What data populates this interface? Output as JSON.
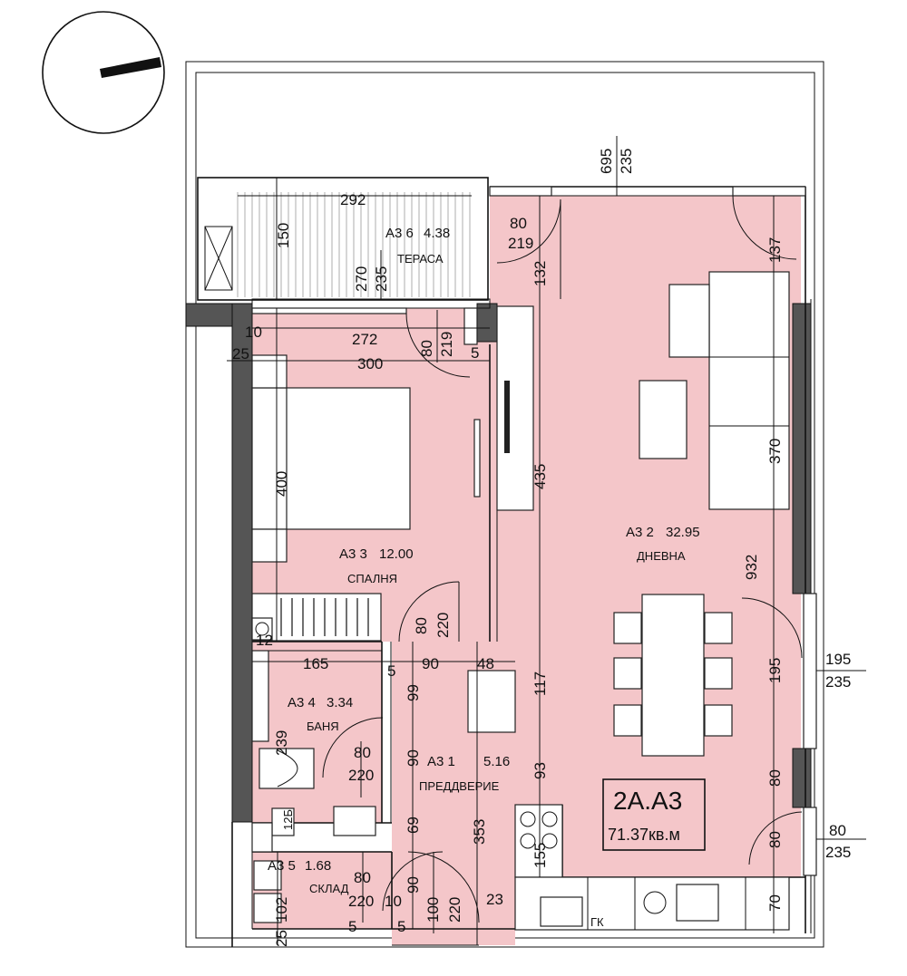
{
  "unit_badge": {
    "code": "2A.A3",
    "area": "71.37кв.м"
  },
  "rooms": [
    {
      "code": "А3 6",
      "area": "4.38",
      "name": "ТЕРАСА"
    },
    {
      "code": "А3 3",
      "area": "12.00",
      "name": "СПАЛНЯ"
    },
    {
      "code": "А3 2",
      "area": "32.95",
      "name": "ДНЕВНА"
    },
    {
      "code": "А3 4",
      "area": "3.34",
      "name": "БАНЯ"
    },
    {
      "code": "А3 1",
      "area": "5.16",
      "name": "ПРЕДДВЕРИЕ"
    },
    {
      "code": "А3 5",
      "area": "1.68",
      "name": "СКЛАД"
    }
  ],
  "fixture_labels": {
    "boiler": "ГК",
    "shower_tray": "12Б"
  },
  "dimensions": {
    "terrace_width": "292",
    "terrace_depth": "150",
    "terrace_door_w": "270",
    "terrace_door_h": "235",
    "terrace_window_top": "695",
    "terrace_window_top_h": "235",
    "living_door_w": "80",
    "living_door_h": "219",
    "living_depth_top": "132",
    "living_edge_137": "137",
    "bedroom_10": "10",
    "bedroom_width_inner": "272",
    "bedroom_door_w": "80",
    "bedroom_door_h": "219",
    "bedroom_5": "5",
    "bedroom_25": "25",
    "bedroom_width": "300",
    "bedroom_depth": "400",
    "wardrobe_435": "435",
    "sofa_370": "370",
    "living_depth": "932",
    "bedroom_door2_w": "80",
    "bedroom_door2_h": "220",
    "bath_12": "12",
    "bath_width": "165",
    "hall_5": "5",
    "hall_90": "90",
    "hall_48": "48",
    "hall_99": "99",
    "hall_117": "117",
    "window_195": "195",
    "window_195_w": "195",
    "window_195_h": "235",
    "bath_239": "239",
    "bath_door_w": "80",
    "bath_door_h": "220",
    "hall_90b": "90",
    "hall_93": "93",
    "window_80": "80",
    "hall_69": "69",
    "hall_353": "353",
    "kitchen_155": "155",
    "window_80b": "80",
    "window_80_w": "80",
    "window_80_h": "235",
    "storage_door_w": "80",
    "storage_door_h": "220",
    "storage_10": "10",
    "hall_90c": "90",
    "entry_door_w": "100",
    "entry_door_h": "220",
    "entry_23": "23",
    "storage_102": "102",
    "kitchen_70": "70",
    "storage_25": "25",
    "storage_5a": "5",
    "storage_5b": "5"
  },
  "colors": {
    "room_fill": "#f4c6c9",
    "wall": "#555555",
    "line": "#111111"
  }
}
